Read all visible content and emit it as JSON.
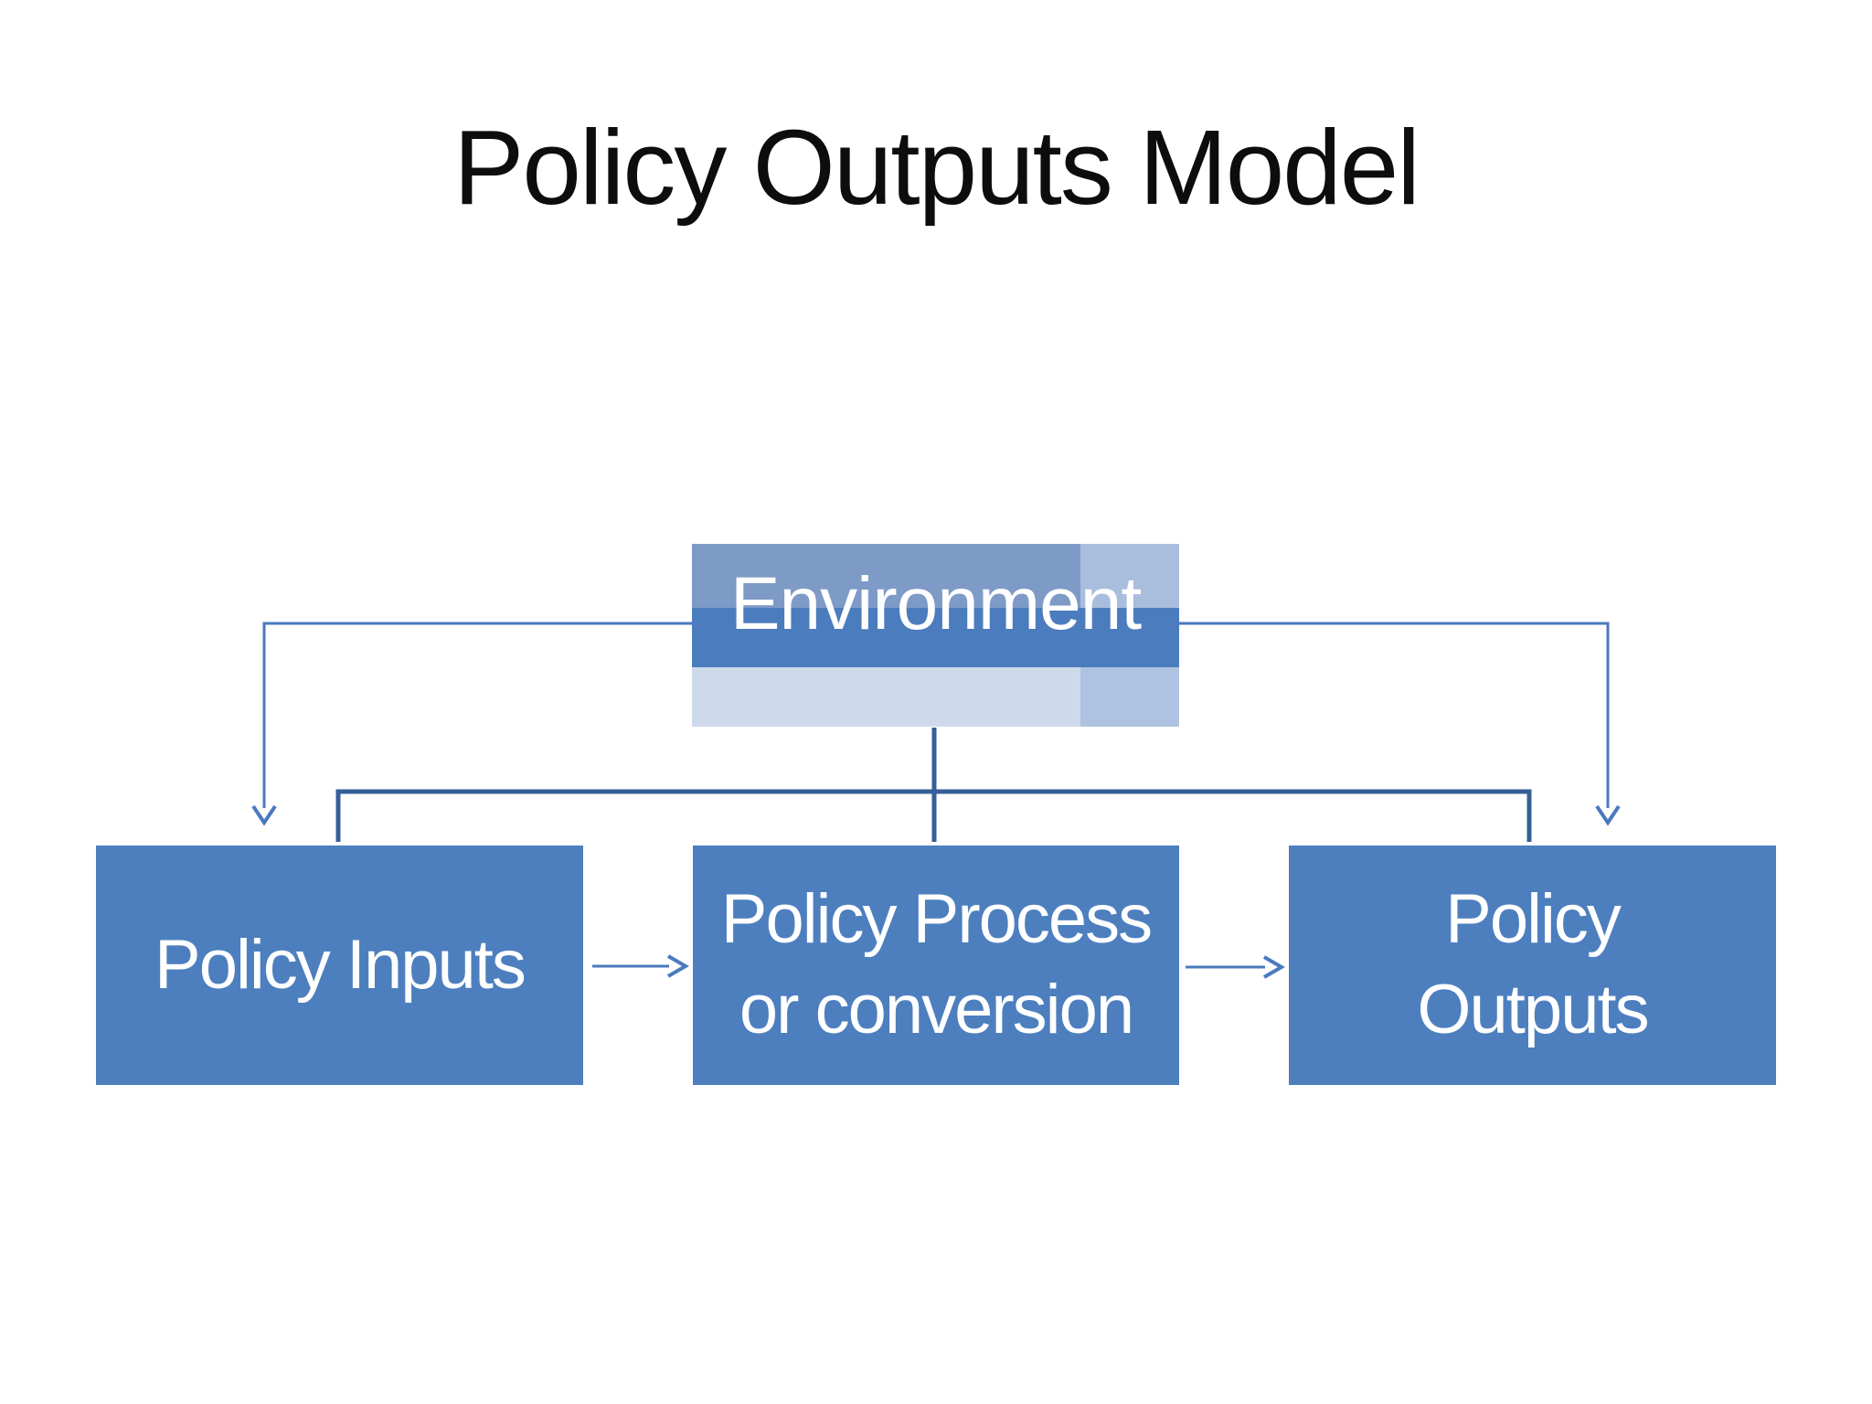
{
  "title": "Policy Outputs Model",
  "nodes": {
    "environment": {
      "label": "Environment"
    },
    "inputs": {
      "label": "Policy Inputs"
    },
    "process": {
      "line1": "Policy Process",
      "line2": "or conversion"
    },
    "outputs": {
      "line1": "Policy",
      "line2": "Outputs"
    }
  },
  "edges": [
    {
      "from": "environment",
      "to": "policy-inputs",
      "style": "thin-elbow-arrow"
    },
    {
      "from": "environment",
      "to": "policy-outputs",
      "style": "thin-elbow-arrow"
    },
    {
      "from": "environment",
      "to": "policy-inputs",
      "style": "thick-line"
    },
    {
      "from": "environment",
      "to": "policy-process",
      "style": "thick-line"
    },
    {
      "from": "environment",
      "to": "policy-outputs",
      "style": "thick-line"
    },
    {
      "from": "policy-inputs",
      "to": "policy-process",
      "style": "thin-arrow"
    },
    {
      "from": "policy-process",
      "to": "policy-outputs",
      "style": "thin-arrow"
    }
  ],
  "colors": {
    "box_blue": "#4d7fbf",
    "band_top": "#7e9ac7",
    "band_top_right": "#a9bedd",
    "band_mid": "#4b7cbd",
    "band_bottom": "#cedaeb",
    "band_bottom_right": "#aec3e1",
    "thick_line": "#365f98",
    "thin_line": "#4a7abd",
    "title_color": "#0d0d0d",
    "label_color": "#ffffff",
    "background": "#ffffff"
  }
}
